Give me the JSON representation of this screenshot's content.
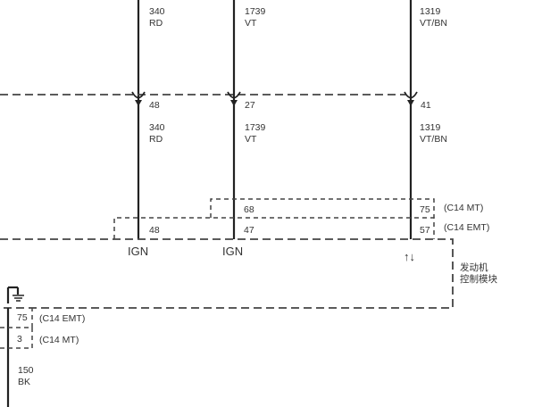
{
  "top_wires": [
    {
      "circuit": "340",
      "color": "RD"
    },
    {
      "circuit": "1739",
      "color": "VT"
    },
    {
      "circuit": "1319",
      "color": "VT/BN"
    }
  ],
  "splice_pins": [
    "48",
    "27",
    "41"
  ],
  "mid_wires": [
    {
      "circuit": "340",
      "color": "RD"
    },
    {
      "circuit": "1739",
      "color": "VT"
    },
    {
      "circuit": "1319",
      "color": "VT/BN"
    }
  ],
  "connector_mt": {
    "pin_a": "68",
    "pin_b": "75",
    "label": "(C14 MT)"
  },
  "connector_emt": {
    "pin_a": "48",
    "pin_b": "47",
    "pin_c": "57",
    "label": "(C14 EMT)"
  },
  "module": {
    "pin_label_1": "IGN",
    "pin_label_2": "IGN",
    "comm_symbol": "↑↓",
    "name_line1": "发动机",
    "name_line2": "控制模块"
  },
  "ground_side": {
    "emt_pin": "75",
    "emt_label": "(C14 EMT)",
    "mt_pin": "3",
    "mt_label": "(C14 MT)",
    "circuit": "150",
    "color": "BK"
  }
}
